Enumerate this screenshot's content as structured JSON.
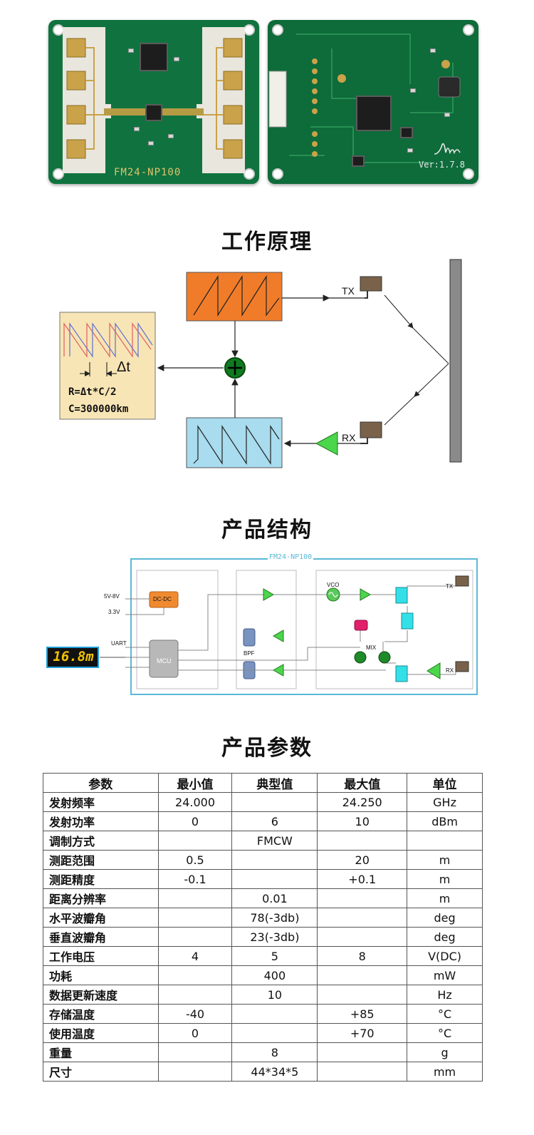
{
  "pcb": {
    "front_label": "FM24-NP100",
    "back_version": "Ver:1.7.8"
  },
  "principle": {
    "title": "工作原理",
    "tx_label": "TX",
    "rx_label": "RX",
    "delta_label": "Δt",
    "formula_line1": "R=Δt*C/2",
    "formula_line2": "C=300000km"
  },
  "structure": {
    "title": "产品结构",
    "board_label": "FM24-NP100",
    "power_in": "5V-8V",
    "power_out": "3.3V",
    "uart_label": "UART",
    "dcdc_label": "DC-DC",
    "mcu_label": "MCU",
    "bpf_label": "BPF",
    "vco_label": "VCO",
    "mix_label": "MIX",
    "tx_label": "TX",
    "rx_label": "RX",
    "display_value": "16.8m"
  },
  "params": {
    "title": "产品参数",
    "headers": [
      "参数",
      "最小值",
      "典型值",
      "最大值",
      "单位"
    ],
    "rows": [
      [
        "发射频率",
        "24.000",
        "",
        "24.250",
        "GHz"
      ],
      [
        "发射功率",
        "0",
        "6",
        "10",
        "dBm"
      ],
      [
        "调制方式",
        "",
        "FMCW",
        "",
        ""
      ],
      [
        "测距范围",
        "0.5",
        "",
        "20",
        "m"
      ],
      [
        "测距精度",
        "-0.1",
        "",
        "+0.1",
        "m"
      ],
      [
        "距离分辨率",
        "",
        "0.01",
        "",
        "m"
      ],
      [
        "水平波瓣角",
        "",
        "78(-3db)",
        "",
        "deg"
      ],
      [
        "垂直波瓣角",
        "",
        "23(-3db)",
        "",
        "deg"
      ],
      [
        "工作电压",
        "4",
        "5",
        "8",
        "V(DC)"
      ],
      [
        "功耗",
        "",
        "400",
        "",
        "mW"
      ],
      [
        "数据更新速度",
        "",
        "10",
        "",
        "Hz"
      ],
      [
        "存储温度",
        "-40",
        "",
        "+85",
        "°C"
      ],
      [
        "使用温度",
        "0",
        "",
        "+70",
        "°C"
      ],
      [
        "重量",
        "",
        "8",
        "",
        "g"
      ],
      [
        "尺寸",
        "",
        "44*34*5",
        "",
        "mm"
      ]
    ]
  },
  "colors": {
    "pcb_green": "#10733f",
    "tx_block": "#f07c2a",
    "rx_block": "#a8dcee",
    "mixer_green": "#0f7a1f",
    "amp_green": "#4cd64c",
    "board_border": "#5bb8d6",
    "formula_bg": "#f7e5b5"
  }
}
